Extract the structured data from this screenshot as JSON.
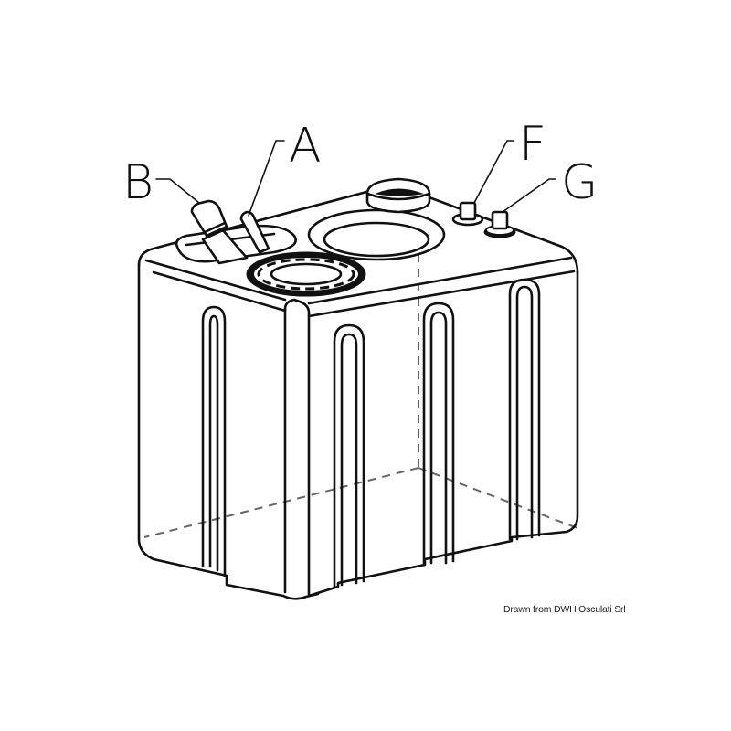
{
  "diagram": {
    "subject": "tank",
    "labels": [
      {
        "id": "A",
        "text": "A"
      },
      {
        "id": "B",
        "text": "B"
      },
      {
        "id": "F",
        "text": "F"
      },
      {
        "id": "G",
        "text": "G"
      }
    ],
    "credit": "Drawn from DWH Osculati Srl"
  },
  "colors": {
    "line": "#111111",
    "hidden_line": "#666666",
    "background": "#ffffff"
  }
}
